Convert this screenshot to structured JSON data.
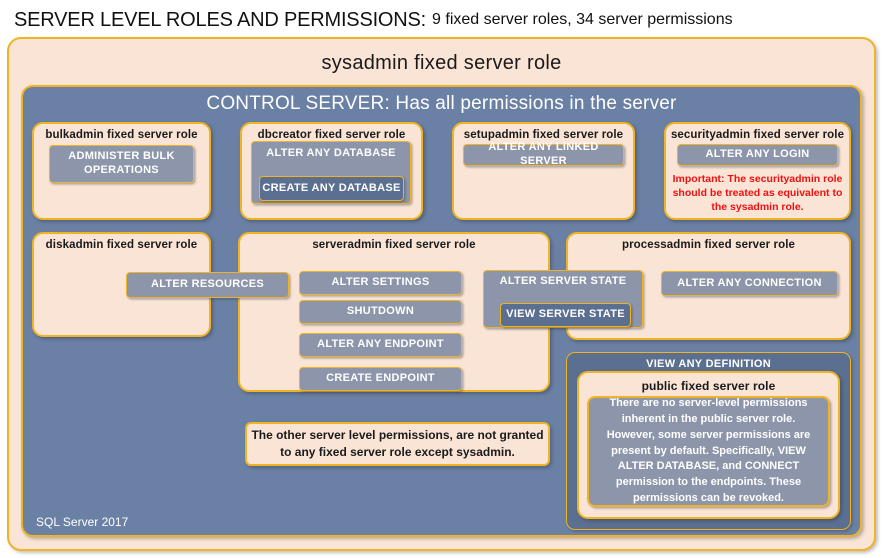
{
  "header": {
    "title_main": "SERVER LEVEL ROLES AND PERMISSIONS:",
    "title_sub": "9 fixed server roles, 34 server permissions"
  },
  "outer": {
    "sysadmin_label": "sysadmin fixed server role",
    "control_server_label": "CONTROL SERVER: Has all permissions in the server",
    "footer": "SQL Server 2017"
  },
  "roles": {
    "bulkadmin": {
      "title": "bulkadmin fixed server role",
      "permissions": [
        "ADMINISTER  BULK",
        "OPERATIONS"
      ]
    },
    "dbcreator": {
      "title": "dbcreator fixed server role",
      "outer_permission": "ALTER ANY DATABASE",
      "inner_permission": "CREATE  ANY DATABASE"
    },
    "setupadmin": {
      "title": "setupadmin fixed server role",
      "permission": "ALTER ANY LINKED SERVER"
    },
    "securityadmin": {
      "title": "securityadmin fixed server role",
      "permission": "ALTER ANY LOGIN",
      "note": "Important:  The securityadmin role should  be treated as equivalent to the sysadmin role."
    },
    "diskadmin": {
      "title": "diskadmin fixed server role",
      "permission": "ALTER RESOURCES"
    },
    "serveradmin": {
      "title": "serveradmin fixed server role",
      "permissions": [
        "ALTER SETTINGS",
        "SHUTDOWN",
        "ALTER ANY ENDPOINT",
        "CREATE  ENDPOINT"
      ],
      "shared_outer_permission": "ALTER SERVER STATE",
      "shared_inner_permission": "VIEW SERVER STATE"
    },
    "processadmin": {
      "title": "processadmin fixed server role",
      "permission": "ALTER ANY CONNECTION"
    },
    "public": {
      "outer_permission": "VIEW ANY DEFINITION",
      "title": "public  fixed server role",
      "body": "There are no server-level permissions inherent in the public server role. However, some server permissions are present by default. Specifically, VIEW ALTER DATABASE, and CONNECT permission to the endpoints. These permissions can be revoked."
    }
  },
  "notes": {
    "other_permissions": "The other server level permissions,  are not granted to any fixed server role except sysadmin."
  },
  "colors": {
    "peach": "#fae4d6",
    "gold_border": "#f0b323",
    "control_blue": "#6a80a4",
    "perm_gray": "#8c95a9",
    "perm_dark": "#5b6f90",
    "alert_red": "#ee1111"
  }
}
